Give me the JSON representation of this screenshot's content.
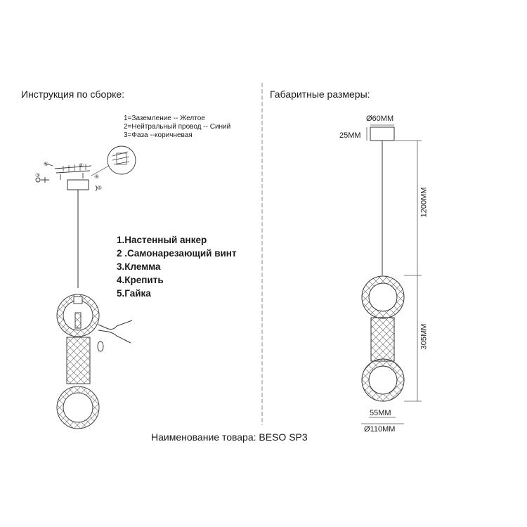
{
  "assembly": {
    "heading": "Инструкция по сборке:",
    "wiring": [
      "1=Заземление -- Желтое",
      "2=Нейтральный провод -- Синий",
      "3=Фаза --коричневая"
    ],
    "callouts": [
      "①",
      "②",
      "③",
      "④",
      "⑤"
    ],
    "parts": [
      "1.Настенный анкер",
      "2 .Самонарезающий винт",
      "3.Клемма",
      "4.Крепить",
      "5.Гайка"
    ]
  },
  "dimensions": {
    "heading": "Габаритные размеры:",
    "canopy_diameter": "Ø60MM",
    "canopy_height": "25MM",
    "cable_length": "1200MM",
    "body_height": "305MM",
    "middle_width": "55MM",
    "ring_diameter": "Ø110MM"
  },
  "product": {
    "label": "Наименование товара: BESO SP3"
  },
  "colors": {
    "line": "#333333",
    "divider": "#888888"
  }
}
